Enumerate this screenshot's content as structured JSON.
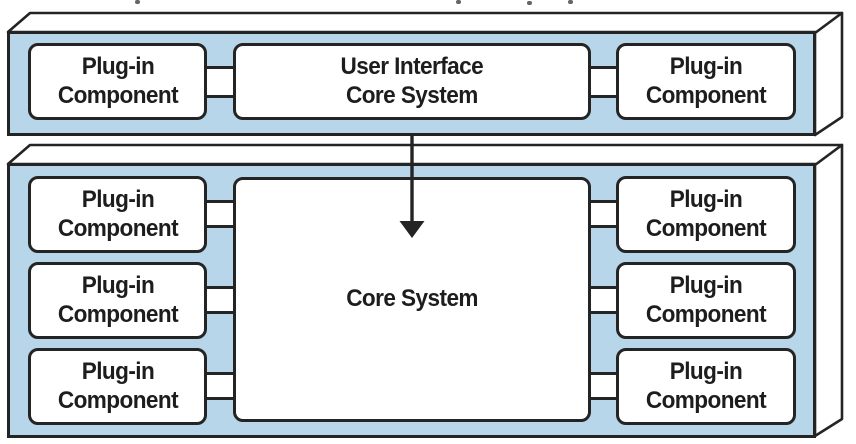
{
  "diagram": {
    "type": "microkernel-plugin-architecture",
    "colors": {
      "slab_fill": "#b7d6ea",
      "box_fill": "#ffffff",
      "line": "#242424",
      "text": "#1d1d1d",
      "background": "#ffffff"
    },
    "top_slab": {
      "plugin_left": {
        "label": "Plug-in\nComponent"
      },
      "ui_core": {
        "label": "User Interface\nCore System"
      },
      "plugin_right": {
        "label": "Plug-in\nComponent"
      }
    },
    "bottom_slab": {
      "core": {
        "label": "Core System"
      },
      "left_plugins": [
        {
          "label": "Plug-in\nComponent"
        },
        {
          "label": "Plug-in\nComponent"
        },
        {
          "label": "Plug-in\nComponent"
        }
      ],
      "right_plugins": [
        {
          "label": "Plug-in\nComponent"
        },
        {
          "label": "Plug-in\nComponent"
        },
        {
          "label": "Plug-in\nComponent"
        }
      ]
    },
    "arrow": {
      "direction": "down"
    }
  }
}
